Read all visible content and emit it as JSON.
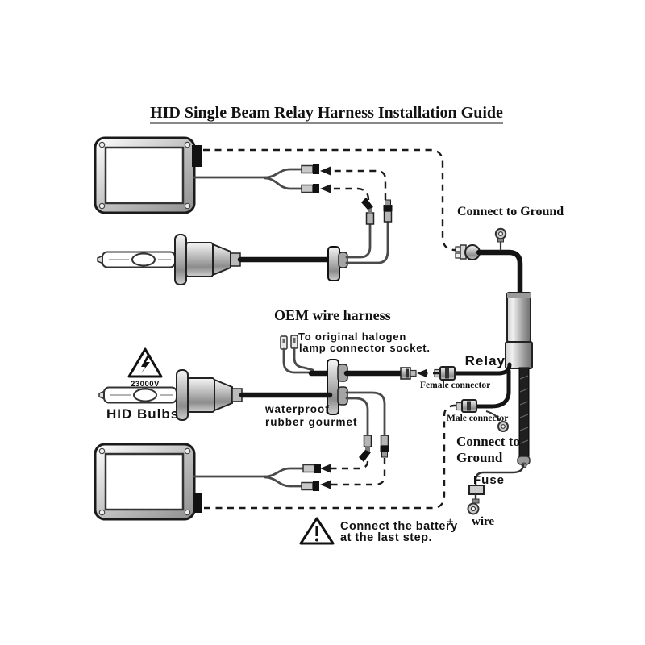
{
  "title": "HID Single Beam Relay Harness Installation Guide",
  "colors": {
    "background": "#ffffff",
    "line": "#1a1a1a",
    "metal_light": "#f0f0f0",
    "metal_dark": "#8a8a8a",
    "connector_black": "#111111"
  },
  "labels": {
    "connect_to_ground_top": "Connect to Ground",
    "oem_wire_harness": "OEM wire harness",
    "halogen_line1": "To original halogen",
    "halogen_line2": "lamp connector socket.",
    "relay": "Relay",
    "female_connector": "Female connector",
    "male_connector": "Male connector",
    "connect_to_line1": "Connect to",
    "connect_to_line2": "Ground",
    "fuse": "Fuse",
    "plus": "+",
    "wire": "wire",
    "hid_bulbs": "HID Bulbs",
    "voltage": "23000V",
    "waterproof_line1": "waterproof",
    "waterproof_line2": "rubber gourmet",
    "battery_line1": "Connect the battery",
    "battery_line2": "at the last step."
  },
  "icons": {
    "voltage_warning": "lightning-warning-triangle",
    "battery_warning": "exclamation-warning-triangle"
  }
}
